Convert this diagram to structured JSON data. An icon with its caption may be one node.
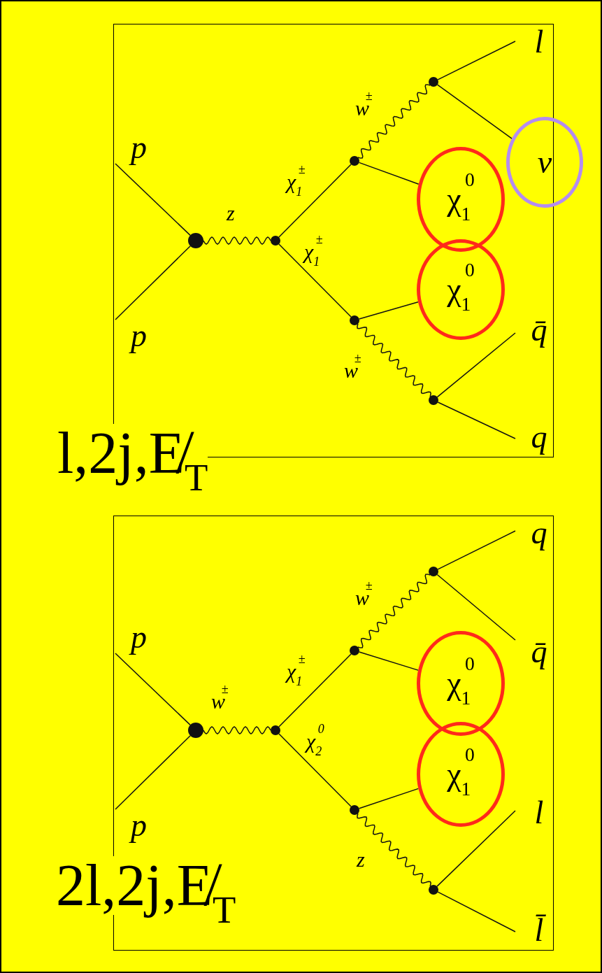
{
  "diagram": {
    "nodes": [
      {
        "text": [],
        "shape": "box"
      },
      {
        "text": [
          "p"
        ],
        "in": 0
      },
      {
        "text": [
          "p"
        ],
        "in": 0
      },
      {
        "text": [],
        "shape": "circle",
        "in": 0
      },
      {
        "text": [],
        "shape": "circle",
        "in": 0
      },
      {
        "text": [],
        "shape": "circle",
        "in": 0
      },
      {
        "text": [],
        "shape": "circle",
        "in": 0
      },
      {
        "text": [],
        "shape": "circle",
        "in": 0
      },
      {
        "text": [],
        "shape": "circle",
        "in": 0
      },
      {
        "text": [
          "l"
        ],
        "in": 0
      },
      {
        "text": [
          "ν"
        ]
      },
      {
        "text": [
          "χ$_{1}$$^{0}$"
        ],
        "in": 0
      },
      {
        "text": [
          "χ$_{1}$$^{0}$"
        ],
        "in": 0
      },
      {
        "text": [
          "q̄"
        ],
        "in": 0
      },
      {
        "text": [
          "q"
        ],
        "in": 0
      },
      {
        "text": [],
        "shape": "box"
      },
      {
        "text": [
          "p"
        ],
        "in": 15
      },
      {
        "text": [
          "p"
        ],
        "in": 15
      },
      {
        "text": [],
        "shape": "circle",
        "in": 15
      },
      {
        "text": [],
        "shape": "circle",
        "in": 15
      },
      {
        "text": [],
        "shape": "circle",
        "in": 15
      },
      {
        "text": [],
        "shape": "circle",
        "in": 15
      },
      {
        "text": [],
        "shape": "circle",
        "in": 15
      },
      {
        "text": [],
        "shape": "circle",
        "in": 15
      },
      {
        "text": [
          "q"
        ],
        "in": 15
      },
      {
        "text": [
          "q̄"
        ],
        "in": 15
      },
      {
        "text": [
          "χ$_{1}$$^{0}$"
        ],
        "in": 15
      },
      {
        "text": [
          "χ$_{1}$$^{0}$"
        ],
        "in": 15
      },
      {
        "text": [
          "l"
        ],
        "in": 15
      },
      {
        "text": [
          "l̄"
        ],
        "in": 15
      }
    ],
    "edges": [
      {
        "from": 1,
        "to": 3,
        "arrow": "none"
      },
      {
        "from": 2,
        "to": 3,
        "arrow": "none"
      },
      {
        "from": 3,
        "to": 4,
        "arrow": "none",
        "label": "z"
      },
      {
        "from": 4,
        "to": 5,
        "arrow": "none",
        "label": "χ$_{1}$$^{±}$"
      },
      {
        "from": 4,
        "to": 6,
        "arrow": "none",
        "label": "χ$_{1}$$^{±}$"
      },
      {
        "from": 5,
        "to": 7,
        "arrow": "none",
        "label": "w$^{±}$"
      },
      {
        "from": 5,
        "to": 11,
        "arrow": "none"
      },
      {
        "from": 6,
        "to": 12,
        "arrow": "none"
      },
      {
        "from": 6,
        "to": 8,
        "arrow": "none",
        "label": "w$^{±}$"
      },
      {
        "from": 7,
        "to": 9,
        "arrow": "none"
      },
      {
        "from": 7,
        "to": 10,
        "arrow": "none"
      },
      {
        "from": 8,
        "to": 13,
        "arrow": "none"
      },
      {
        "from": 8,
        "to": 14,
        "arrow": "none"
      },
      {
        "from": 16,
        "to": 18,
        "arrow": "none"
      },
      {
        "from": 17,
        "to": 18,
        "arrow": "none"
      },
      {
        "from": 18,
        "to": 19,
        "arrow": "none",
        "label": "w$^{±}$"
      },
      {
        "from": 19,
        "to": 20,
        "arrow": "none",
        "label": "χ$_{1}$$^{±}$"
      },
      {
        "from": 19,
        "to": 21,
        "arrow": "none",
        "label": "χ$_{2}$$^{0}$"
      },
      {
        "from": 20,
        "to": 22,
        "arrow": "none",
        "label": "w$^{±}$"
      },
      {
        "from": 20,
        "to": 26,
        "arrow": "none"
      },
      {
        "from": 21,
        "to": 27,
        "arrow": "none"
      },
      {
        "from": 21,
        "to": 23,
        "arrow": "none",
        "label": "z"
      },
      {
        "from": 22,
        "to": 24,
        "arrow": "none"
      },
      {
        "from": 22,
        "to": 25,
        "arrow": "none"
      },
      {
        "from": 23,
        "to": 28,
        "arrow": "none"
      },
      {
        "from": 23,
        "to": 29,
        "arrow": "none"
      }
    ],
    "labels": [
      "l,2j,E̸$_{T}$",
      "2l,2j,E̸$_{T}$"
    ]
  }
}
